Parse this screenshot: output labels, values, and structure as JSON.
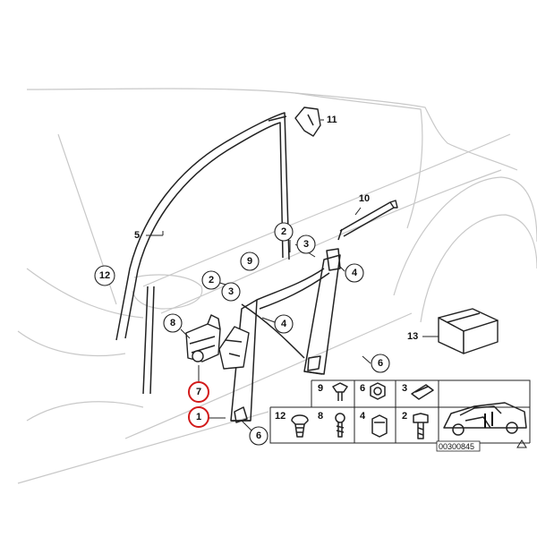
{
  "callouts": {
    "c1": "1",
    "c2a": "2",
    "c2b": "2",
    "c3a": "3",
    "c3b": "3",
    "c4a": "4",
    "c4b": "4",
    "c5": "5",
    "c6a": "6",
    "c6b": "6",
    "c7": "7",
    "c8": "8",
    "c9": "9",
    "c10": "10",
    "c11": "11",
    "c12": "12",
    "c13": "13"
  },
  "highlighted_callouts": [
    "7",
    "1"
  ],
  "highlight_color": "#d21a1a",
  "hardware_table": {
    "row1": [
      "9",
      "6",
      "3"
    ],
    "row2": [
      "12",
      "8",
      "4",
      "2"
    ]
  },
  "drawing_code": "00300845",
  "warning_icon": "warning-triangle-icon"
}
